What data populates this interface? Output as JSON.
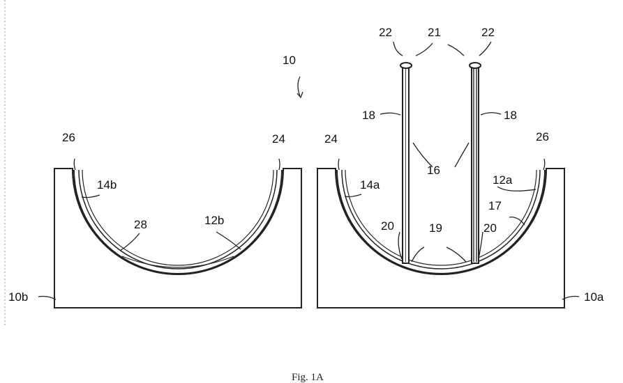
{
  "figure": {
    "caption": "Fig. 1A",
    "colors": {
      "ink": "#222222",
      "background": "#ffffff"
    }
  },
  "labels": {
    "l_10": "10",
    "l_22_left": "22",
    "l_21": "21",
    "l_22_right": "22",
    "l_18_left": "18",
    "l_18_right": "18",
    "l_16": "16",
    "l_26_left": "26",
    "l_24_left": "24",
    "l_24_right": "24",
    "l_26_right": "26",
    "l_14b": "14b",
    "l_14a": "14a",
    "l_12a": "12a",
    "l_17": "17",
    "l_28": "28",
    "l_12b": "12b",
    "l_20_left": "20",
    "l_19": "19",
    "l_20_right": "20",
    "l_10b": "10b",
    "l_10a": "10a"
  }
}
